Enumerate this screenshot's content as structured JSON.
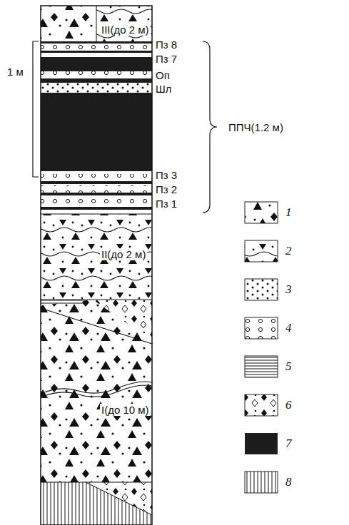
{
  "diagram": {
    "labels": [
      "III(до 2 м)",
      "Пз 8",
      "Пз 7",
      "Оп",
      "Шл",
      "1 м",
      "ППЧ(1.2 м)",
      "Пз 3",
      "Пз 2",
      "Пз 1",
      "II(до 2 м)",
      "I(до 10 м)"
    ],
    "legend": [
      {
        "text": "1"
      },
      {
        "text": "2"
      },
      {
        "text": "3"
      },
      {
        "text": "4"
      },
      {
        "text": "5"
      },
      {
        "text": "6"
      },
      {
        "text": "7",
        "color": "#1c1c1c"
      },
      {
        "text": "8"
      }
    ]
  }
}
